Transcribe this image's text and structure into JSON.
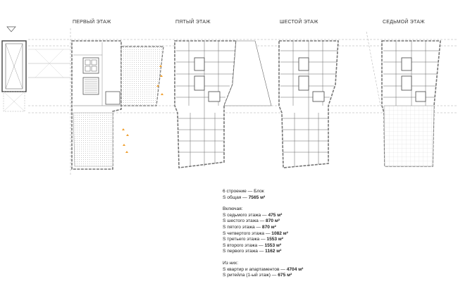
{
  "titles": {
    "first": "ПЕРВЫЙ ЭТАЖ",
    "fifth": "ПЯТЫЙ ЭТАЖ",
    "sixth": "ШЕСТОЙ ЭТАЖ",
    "seventh": "СЕДЬМОЙ ЭТАЖ"
  },
  "stats": {
    "building": "6 строение — Блок",
    "total_label": "S общая — ",
    "total_value": "7565 м²",
    "includes_label": "Включая:",
    "floors": [
      {
        "label": "S седьмого этажа — ",
        "value": "475 м²"
      },
      {
        "label": "S шестого этажа — ",
        "value": "870 м²"
      },
      {
        "label": "S пятого этажа — ",
        "value": "870 м²"
      },
      {
        "label": "S четвертого этажа — ",
        "value": "1082 м²"
      },
      {
        "label": "S третьего этажа — ",
        "value": "1553 м²"
      },
      {
        "label": "S второго этажа — ",
        "value": "1553 м²"
      },
      {
        "label": "S первого этажа — ",
        "value": "1162 м²"
      }
    ],
    "of_them_label": "Из них:",
    "apartments_label": "S квартир и апартаментов — ",
    "apartments_value": "4704 м²",
    "retail_label": "S ритейла (1-ый этаж) — ",
    "retail_value": "675 м²"
  },
  "colors": {
    "line": "#555555",
    "hatch": "#bdbdbd",
    "accent": "#f0a030",
    "dash": "#9a9a9a"
  }
}
